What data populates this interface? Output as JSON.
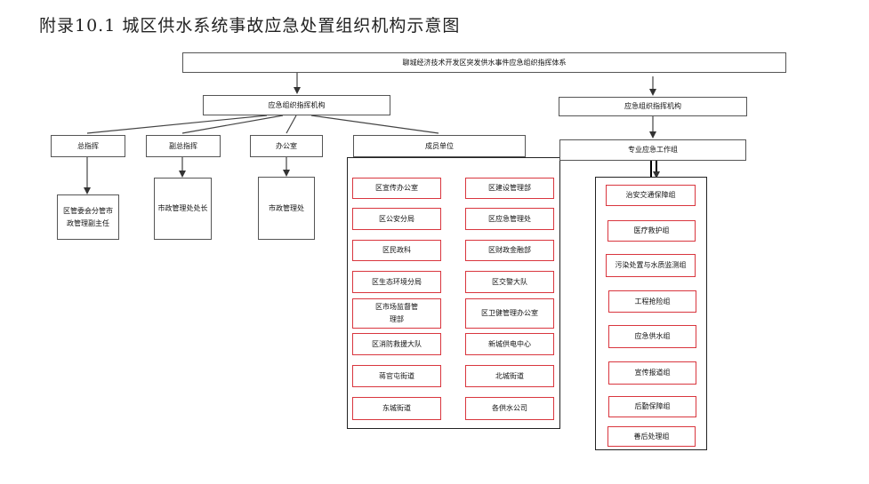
{
  "title": "附录10.1 城区供水系统事故应急处置组织机构示意图",
  "top": "聊城经济技术开发区突发供水事件应急组织指挥体系",
  "left_hq": "应急组织指挥机构",
  "right_hq": "应急组织指挥机构",
  "left_branches": {
    "commander": "总指挥",
    "vice_commander": "副总指挥",
    "office": "办公室",
    "members": "成员单位"
  },
  "leaves": {
    "commander": "区管委会分管市政管理副主任",
    "vice_commander": "市政管理处处长",
    "office": "市政管理处"
  },
  "member_units_left": [
    "区宣传办公室",
    "区公安分局",
    "区民政科",
    "区生态环境分局",
    "区市场监督管理部",
    "区消防救援大队",
    "蒋官屯街道",
    "东城街道"
  ],
  "member_units_right": [
    "区建设管理部",
    "区应急管理处",
    "区财政金融部",
    "区交警大队",
    "区卫健管理办公室",
    "新城供电中心",
    "北城街道",
    "各供水公司"
  ],
  "right_work": "专业应急工作组",
  "work_groups": [
    "治安交通保障组",
    "医疗救护组",
    "污染处置与水质监测组",
    "工程抢险组",
    "应急供水组",
    "宣传报道组",
    "后勤保障组",
    "善后处理组"
  ],
  "colors": {
    "line": "#555555",
    "red_border": "#d9363e",
    "text": "#111111"
  }
}
